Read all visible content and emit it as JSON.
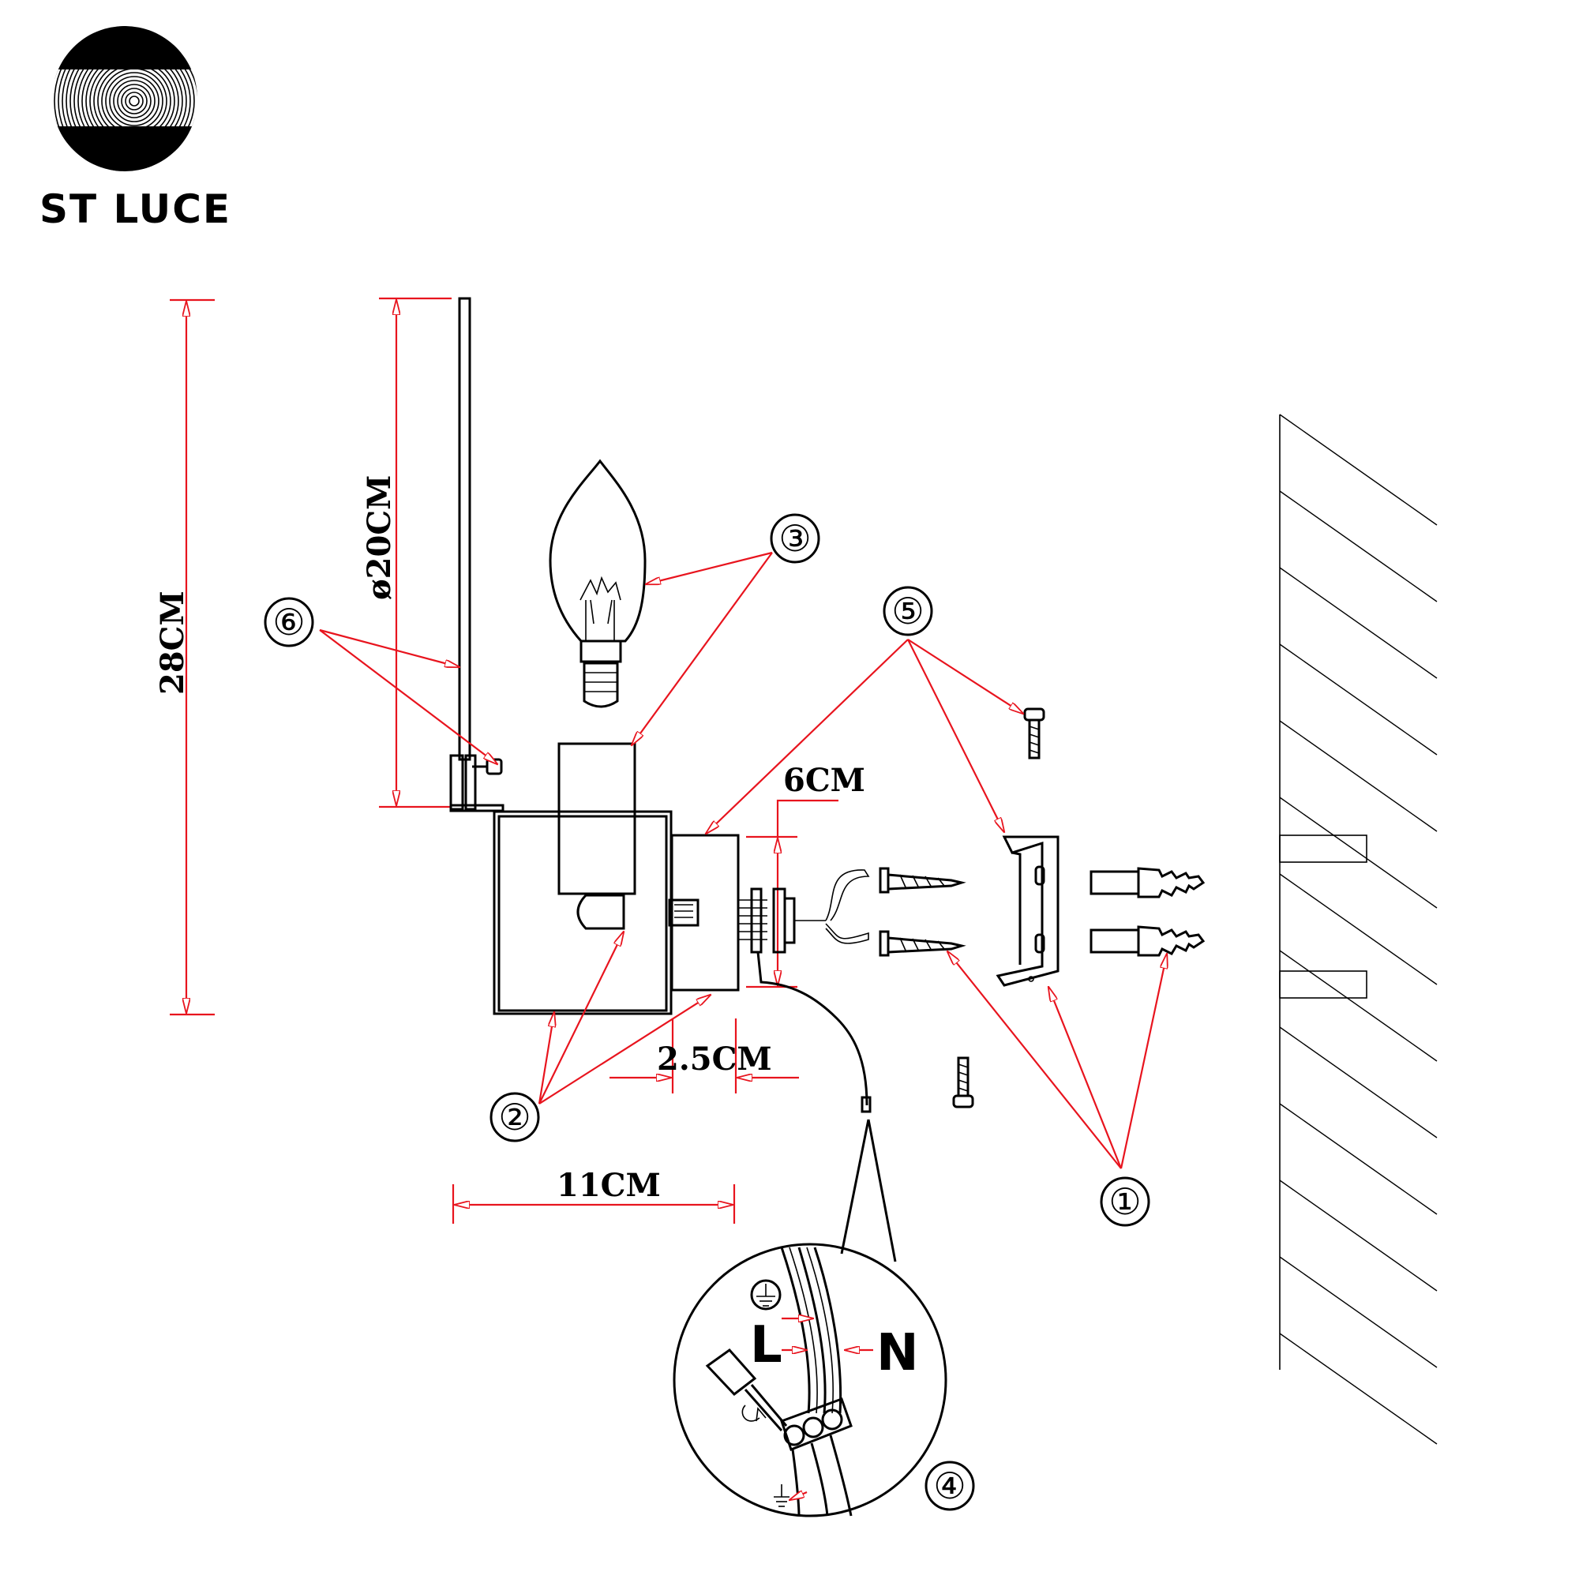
{
  "brand": {
    "name": "ST LUCE"
  },
  "dimensions": {
    "height_total": "28CM",
    "diameter": "ø20CM",
    "depth_plate": "6CM",
    "gap": "2.5CM",
    "width": "11CM"
  },
  "callouts": [
    "①",
    "②",
    "③",
    "④",
    "⑤",
    "⑥"
  ],
  "wiring": {
    "live": "L",
    "neutral": "N"
  },
  "colors": {
    "annotation": "#e8141e",
    "line": "#000000"
  }
}
